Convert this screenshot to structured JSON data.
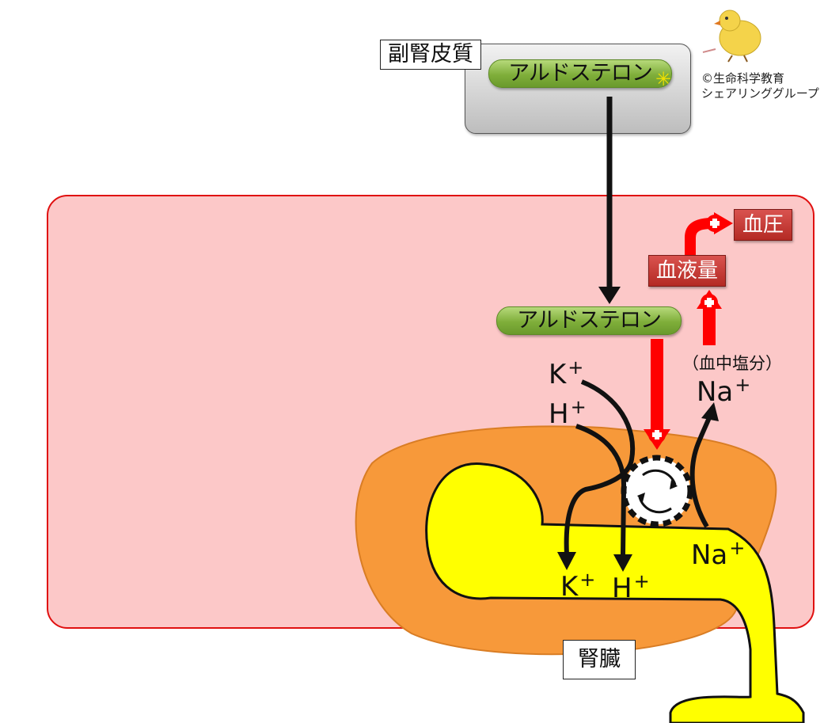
{
  "adrenal_cortex": {
    "label": "副腎皮質",
    "hormone": "アルドステロン"
  },
  "body_region": {
    "hormone": "アルドステロン"
  },
  "effects": {
    "blood_volume": "血液量",
    "blood_pressure": "血圧",
    "blood_salt_note": "（血中塩分）"
  },
  "ions": {
    "k_top": "K",
    "h_top": "H",
    "na_top": "Na",
    "k_bottom": "K",
    "h_bottom": "H",
    "na_bottom": "Na",
    "plus": "+"
  },
  "kidney": {
    "label": "腎臓"
  },
  "credit": {
    "line1": "©生命科学教育",
    "line2": "シェアリンググループ"
  },
  "colors": {
    "body": "#fcc8c8",
    "body_border": "#e01010",
    "kidney": "#f7993a",
    "tubule": "#ffff00",
    "arrow_red": "#ff0000",
    "pill_green": "#7fae3a"
  }
}
